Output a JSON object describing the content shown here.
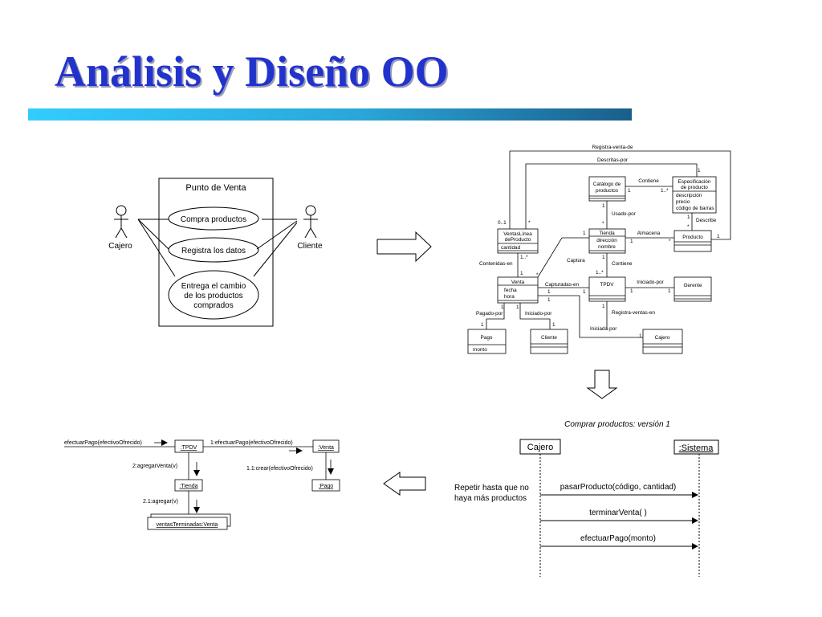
{
  "title": "Análisis y Diseño OO",
  "use_case": {
    "system": "Punto de Venta",
    "actors": [
      "Cajero",
      "Cliente"
    ],
    "cases": {
      "compra": "Compra productos",
      "registra": "Registra los datos",
      "entrega": [
        "Entrega el cambio",
        "de los productos",
        "comprados"
      ]
    }
  },
  "class_diagram": {
    "assoc": {
      "registra_venta_de": "Registra-venta-de",
      "descritas_por": "Descritas-por",
      "contiene": "Contiene",
      "usado_por": "Usado-por",
      "describe": "Describe",
      "almacena": "Almacena",
      "contenidas_en": "Contenidas-en",
      "captura": "Captura",
      "contiene2": "Contiene",
      "capturadas_en": "Capturadas-en",
      "iniciado_por": "Iniciado-por",
      "registra_ventas_en": "Registra-ventas-en",
      "pagado_por": "Pagado-por",
      "iniciado_por2": "Iniciado-por",
      "iniciada_por": "Iniciada-por"
    },
    "classes": {
      "catalogo": {
        "name": [
          "Catálogo de",
          "productos"
        ]
      },
      "especificacion": {
        "name": [
          "Especificación",
          "de producto"
        ],
        "attrs": [
          "descripción",
          "precio",
          "código de barras"
        ]
      },
      "ventaslinea": {
        "name": [
          "VentasLínea",
          "deProducto"
        ],
        "attrs": [
          "cantidad"
        ]
      },
      "tienda": {
        "name": "Tienda",
        "attrs": [
          "dirección",
          "nombre"
        ]
      },
      "producto": {
        "name": "Producto"
      },
      "venta": {
        "name": "Venta",
        "attrs": [
          "fecha",
          "hora"
        ]
      },
      "tpdv": {
        "name": "TPDV"
      },
      "gerente": {
        "name": "Gerente"
      },
      "pago": {
        "name": "Pago",
        "attrs": [
          "monto"
        ]
      },
      "cliente": {
        "name": "Cliente"
      },
      "cajero": {
        "name": "Cajero"
      }
    },
    "mult": {
      "one": "1",
      "many": "*",
      "one_many": "1..*",
      "zero_one": "0..1"
    }
  },
  "sequence": {
    "title": "Comprar productos: versión 1",
    "participants": [
      "Cajero",
      ":Sistema"
    ],
    "note": [
      "Repetir hasta que no",
      "haya más productos"
    ],
    "messages": [
      "pasarProducto(código, cantidad)",
      "terminarVenta( )",
      "efectuarPago(monto)"
    ]
  },
  "collaboration": {
    "entry": "efectuarPago(efectivoOfrecido)",
    "objects": {
      "tpdv": ":TPDV",
      "venta": ":Venta",
      "tienda": ":Tienda",
      "pago": ":Pago",
      "ventas": "ventasTerminadas:Venta"
    },
    "messages": {
      "m1": "1:efectuarPago(efectivoOfrecido)",
      "m11": "1.1:crear(efectivoOfrecido)",
      "m2": "2:agregarVenta(v)",
      "m21": "2.1:agregar(v)"
    }
  }
}
